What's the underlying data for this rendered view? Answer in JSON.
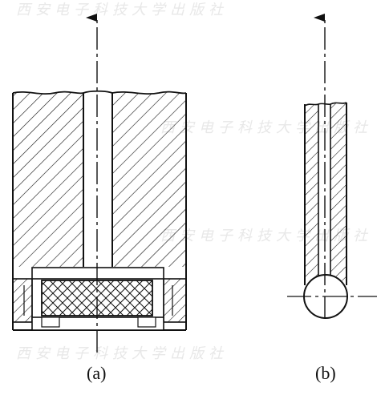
{
  "watermark": "西安电子科技大学出版社",
  "captions": {
    "a": "(a)",
    "b": "(b)"
  },
  "colors": {
    "line": "#111111",
    "background": "#ffffff",
    "watermark": "#e8e8e8"
  }
}
